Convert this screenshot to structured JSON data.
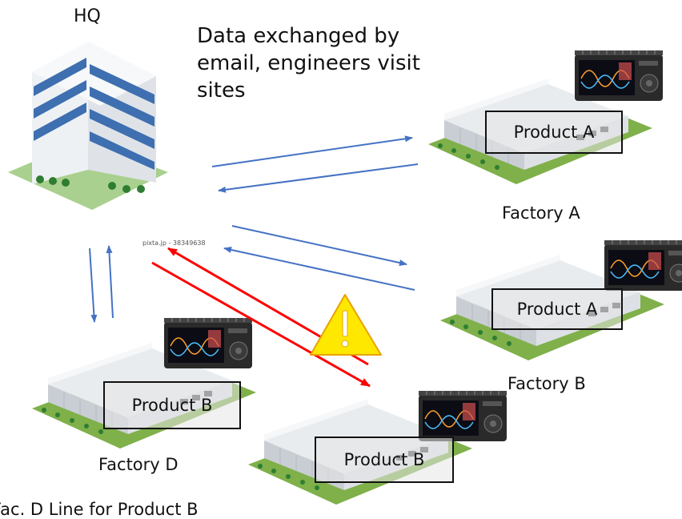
{
  "labels": {
    "hq": "HQ",
    "note": "Data exchanged by email, engineers visit sites",
    "factory_a": "Factory A",
    "factory_b": "Factory B",
    "factory_d": "Factory D",
    "bottom": "Fac. D Line for Product B",
    "watermark": "pixta.jp - 38349638"
  },
  "products": {
    "factory_a": "Product A",
    "factory_b": "Product A",
    "factory_d": "Product B",
    "factory_c": "Product B"
  },
  "colors": {
    "normal_arrow": "#4472c4",
    "problem_arrow": "#ff0000",
    "warning_fill": "#ffe800",
    "warning_stroke": "#e8a100"
  },
  "icons": {
    "hq": "office-building-icon",
    "factory": "factory-building-icon",
    "logger": "data-logger-icon",
    "warning": "warning-icon"
  }
}
